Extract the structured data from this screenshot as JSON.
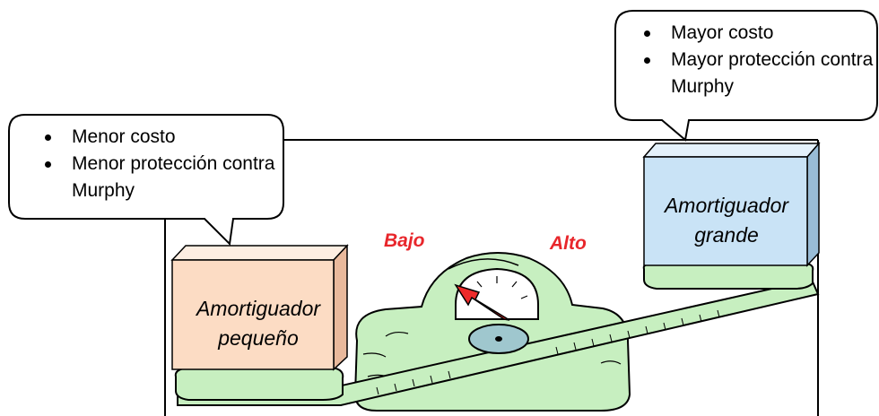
{
  "left_callout": {
    "items": [
      "Menor costo",
      "Menor protección contra Murphy"
    ]
  },
  "right_callout": {
    "items": [
      "Mayor costo",
      "Mayor protección contra Murphy"
    ]
  },
  "small_buffer": {
    "line1": "Amortiguador",
    "line2": "pequeño"
  },
  "large_buffer": {
    "line1": "Amortiguador",
    "line2": "grande"
  },
  "scale": {
    "low_label": "Bajo",
    "high_label": "Alto"
  },
  "colors": {
    "scale_green": "#c7efc0",
    "small_box": "#fcdcc4",
    "large_box": "#c9e3f6",
    "needle": "#ee2a2a",
    "labels": "#e8262b"
  }
}
